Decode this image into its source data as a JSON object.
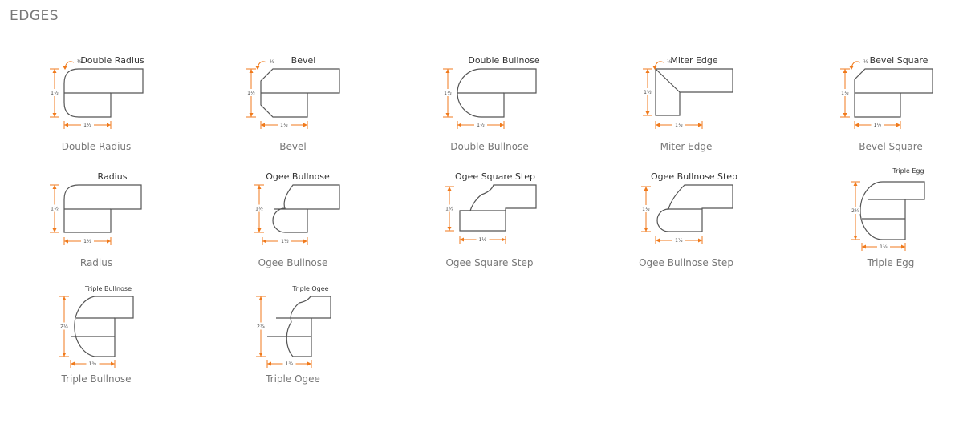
{
  "page_title": "EDGES",
  "accent_color": "#F07A1C",
  "edges": [
    {
      "name": "Double Radius",
      "diagram_title": "Double Radius",
      "height_dim": "1½",
      "width_dim": "1½",
      "fraction": "⅜"
    },
    {
      "name": "Bevel",
      "diagram_title": "Bevel",
      "height_dim": "1½",
      "width_dim": "1½",
      "fraction": "½"
    },
    {
      "name": "Double Bullnose",
      "diagram_title": "Double Bullnose",
      "height_dim": "1½",
      "width_dim": "1½"
    },
    {
      "name": "Miter Edge",
      "diagram_title": "Miter Edge",
      "height_dim": "1½",
      "width_dim": "1½",
      "fraction": "⅛"
    },
    {
      "name": "Bevel Square",
      "diagram_title": "Bevel Square",
      "height_dim": "1½",
      "width_dim": "1½",
      "fraction": "½"
    },
    {
      "name": "Radius",
      "diagram_title": "Radius",
      "height_dim": "1½",
      "width_dim": "1½"
    },
    {
      "name": "Ogee Bullnose",
      "diagram_title": "Ogee Bullnose",
      "height_dim": "1½",
      "width_dim": "1½"
    },
    {
      "name": "Ogee Square Step",
      "diagram_title": "Ogee Square Step",
      "height_dim": "1½",
      "width_dim": "1½"
    },
    {
      "name": "Ogee Bullnose Step",
      "diagram_title": "Ogee Bullnose Step",
      "height_dim": "1½",
      "width_dim": "1½"
    },
    {
      "name": "Triple Egg",
      "diagram_title": "Triple Egg",
      "height_dim": "2¼",
      "width_dim": "1¾"
    },
    {
      "name": "Triple Bullnose",
      "diagram_title": "Triple Bullnose",
      "height_dim": "2¼",
      "width_dim": "1¾"
    },
    {
      "name": "Triple Ogee",
      "diagram_title": "Triple Ogee",
      "height_dim": "2¼",
      "width_dim": "1¾"
    }
  ]
}
